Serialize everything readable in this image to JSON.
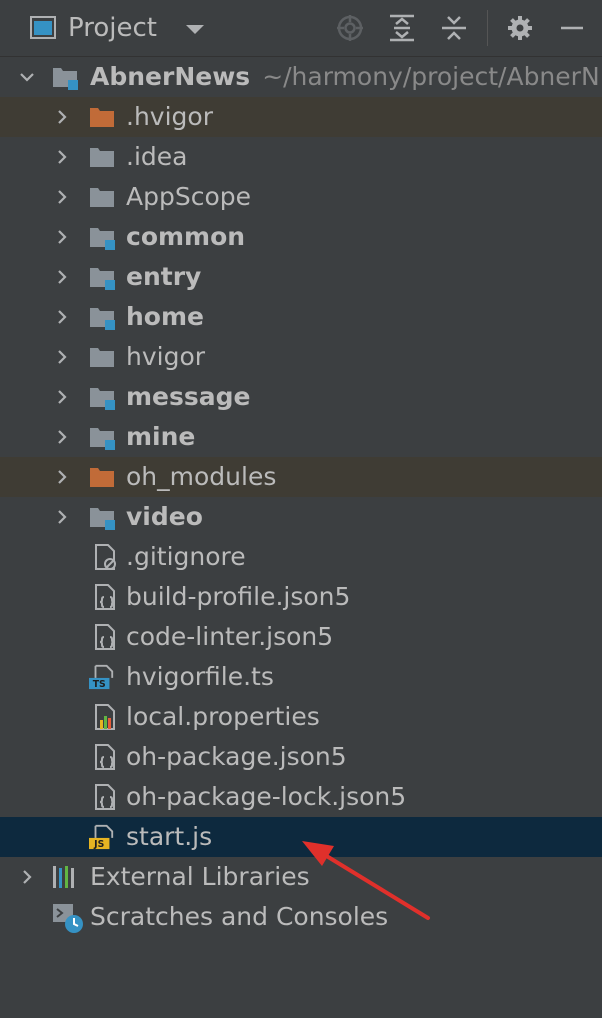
{
  "panel": {
    "title": "Project"
  },
  "tree": {
    "root": {
      "name": "AbnerNews",
      "path": "~/harmony/project/AbnerN"
    },
    "items": [
      {
        "label": ".hvigor",
        "bold": false
      },
      {
        "label": ".idea",
        "bold": false
      },
      {
        "label": "AppScope",
        "bold": false
      },
      {
        "label": "common",
        "bold": true
      },
      {
        "label": "entry",
        "bold": true
      },
      {
        "label": "home",
        "bold": true
      },
      {
        "label": "hvigor",
        "bold": false
      },
      {
        "label": "message",
        "bold": true
      },
      {
        "label": "mine",
        "bold": true
      },
      {
        "label": "oh_modules",
        "bold": false
      },
      {
        "label": "video",
        "bold": true
      },
      {
        "label": ".gitignore"
      },
      {
        "label": "build-profile.json5"
      },
      {
        "label": "code-linter.json5"
      },
      {
        "label": "hvigorfile.ts"
      },
      {
        "label": "local.properties"
      },
      {
        "label": "oh-package.json5"
      },
      {
        "label": "oh-package-lock.json5"
      },
      {
        "label": "start.js"
      }
    ],
    "external_libraries": "External Libraries",
    "scratches": "Scratches and Consoles"
  },
  "icons": {
    "ts_badge": "TS",
    "js_badge": "JS"
  },
  "colors": {
    "background": "#3c3f41",
    "selected_row": "#0d293e",
    "excluded_row": "#3f3c34",
    "folder": "#8a9299",
    "excluded_folder": "#c16b38",
    "module_marker": "#3592c4",
    "annotation_arrow": "#e0302b"
  }
}
